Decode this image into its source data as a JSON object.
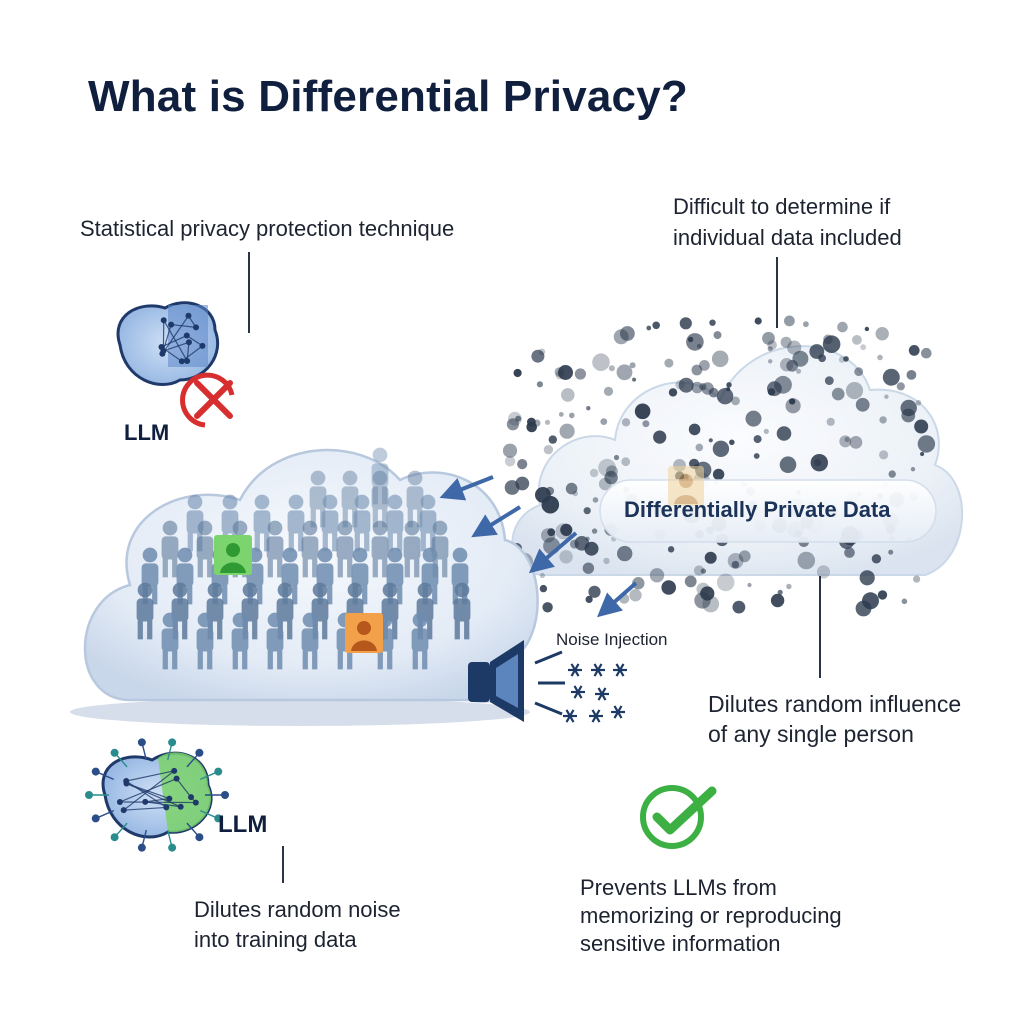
{
  "title": "What is Differential Privacy?",
  "labels": {
    "statistical": "Statistical privacy protection technique",
    "difficult": [
      "Difficult to determine if",
      "individual data included"
    ],
    "dp_data": "Differentially Private Data",
    "noise_injection": "Noise Injection",
    "dilutes_influence": [
      "Dilutes random influence",
      "of any single person"
    ],
    "dilutes_noise": [
      "Dilutes random noise",
      "into training data"
    ],
    "prevents": [
      "Prevents LLMs from",
      "memorizing or reproducing",
      "sensitive information"
    ],
    "llm_top": "LLM",
    "llm_bottom": "LLM"
  },
  "icons": {
    "brain_crossed": "brain-network-icon",
    "cross": "x-mark-icon",
    "brain_green": "brain-network-icon",
    "check": "checkmark-icon",
    "speaker": "speaker-icon",
    "noise": "snowflake-noise-icon"
  },
  "colors": {
    "title": "#0f1f3d",
    "cloud": "#dfe8f4",
    "person": "#5d7a9c",
    "green_person": "#3cb043",
    "orange_person": "#e07a1f",
    "arrow": "#3f68a8",
    "cross_red": "#d72f2f",
    "check_green": "#3cb043",
    "dot": "#2c3a4d"
  }
}
